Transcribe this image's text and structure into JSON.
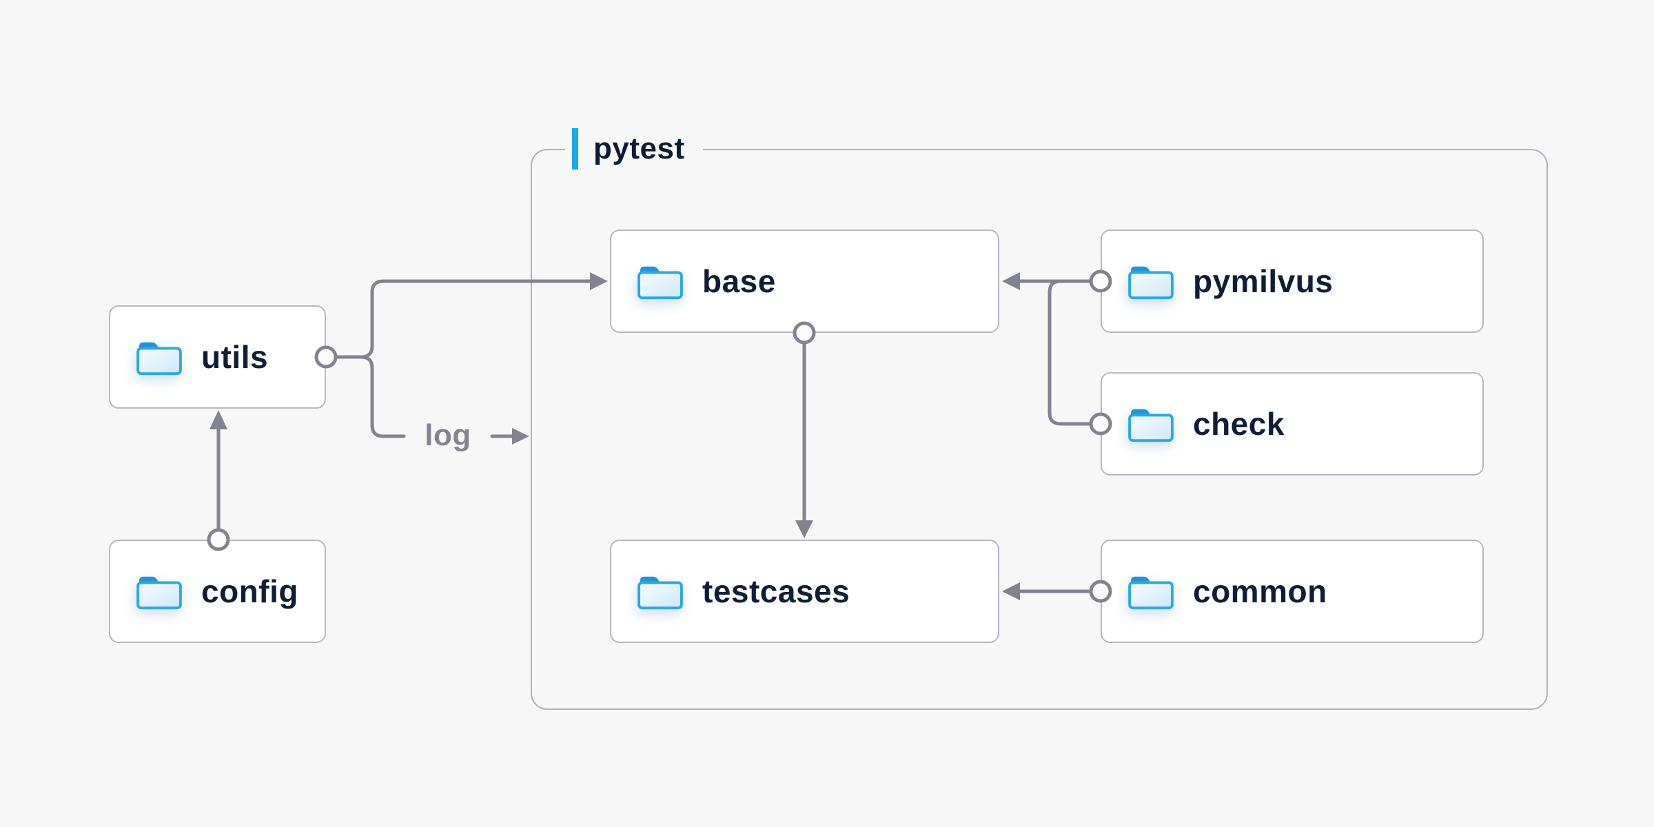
{
  "diagram": {
    "group": {
      "label": "pytest"
    },
    "edge_label": "log",
    "nodes": {
      "utils": {
        "label": "utils",
        "icon": "folder-icon"
      },
      "config": {
        "label": "config",
        "icon": "folder-icon"
      },
      "base": {
        "label": "base",
        "icon": "folder-icon"
      },
      "testcases": {
        "label": "testcases",
        "icon": "folder-icon"
      },
      "pymilvus": {
        "label": "pymilvus",
        "icon": "folder-icon"
      },
      "check": {
        "label": "check",
        "icon": "folder-icon"
      },
      "common": {
        "label": "common",
        "icon": "folder-icon"
      }
    },
    "edges": [
      {
        "from": "config",
        "to": "utils"
      },
      {
        "from": "utils",
        "to": "base"
      },
      {
        "from": "utils",
        "to": "log",
        "label": "log"
      },
      {
        "from": "pymilvus",
        "to": "base"
      },
      {
        "from": "check",
        "to": "base"
      },
      {
        "from": "base",
        "to": "testcases"
      },
      {
        "from": "common",
        "to": "testcases"
      }
    ],
    "colors": {
      "background": "#f7f7f8",
      "accent_bar": "#1aa7ee",
      "wire": "#83838f",
      "box_border": "#b7b7c3",
      "group_border": "#b1b1bf",
      "node_text": "#101d36",
      "muted_text": "#84848f",
      "folder_stroke": "#29a8e8"
    }
  }
}
